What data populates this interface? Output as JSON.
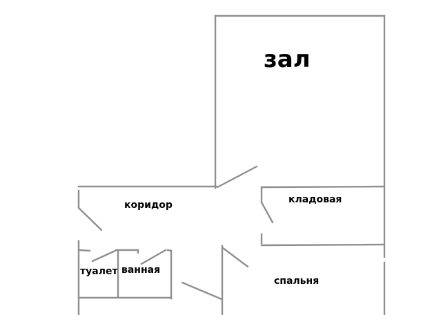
{
  "plan": {
    "type": "apartment floor plan sketch",
    "wall_color": "#8f8f8f",
    "label_color": "#000000",
    "rooms": [
      {
        "id": "hall",
        "label": "зал"
      },
      {
        "id": "corridor",
        "label": "коридор"
      },
      {
        "id": "storage",
        "label": "кладовая"
      },
      {
        "id": "toilet",
        "label": "туалет"
      },
      {
        "id": "bathroom",
        "label": "ванная"
      },
      {
        "id": "bedroom",
        "label": "спальня"
      }
    ]
  }
}
